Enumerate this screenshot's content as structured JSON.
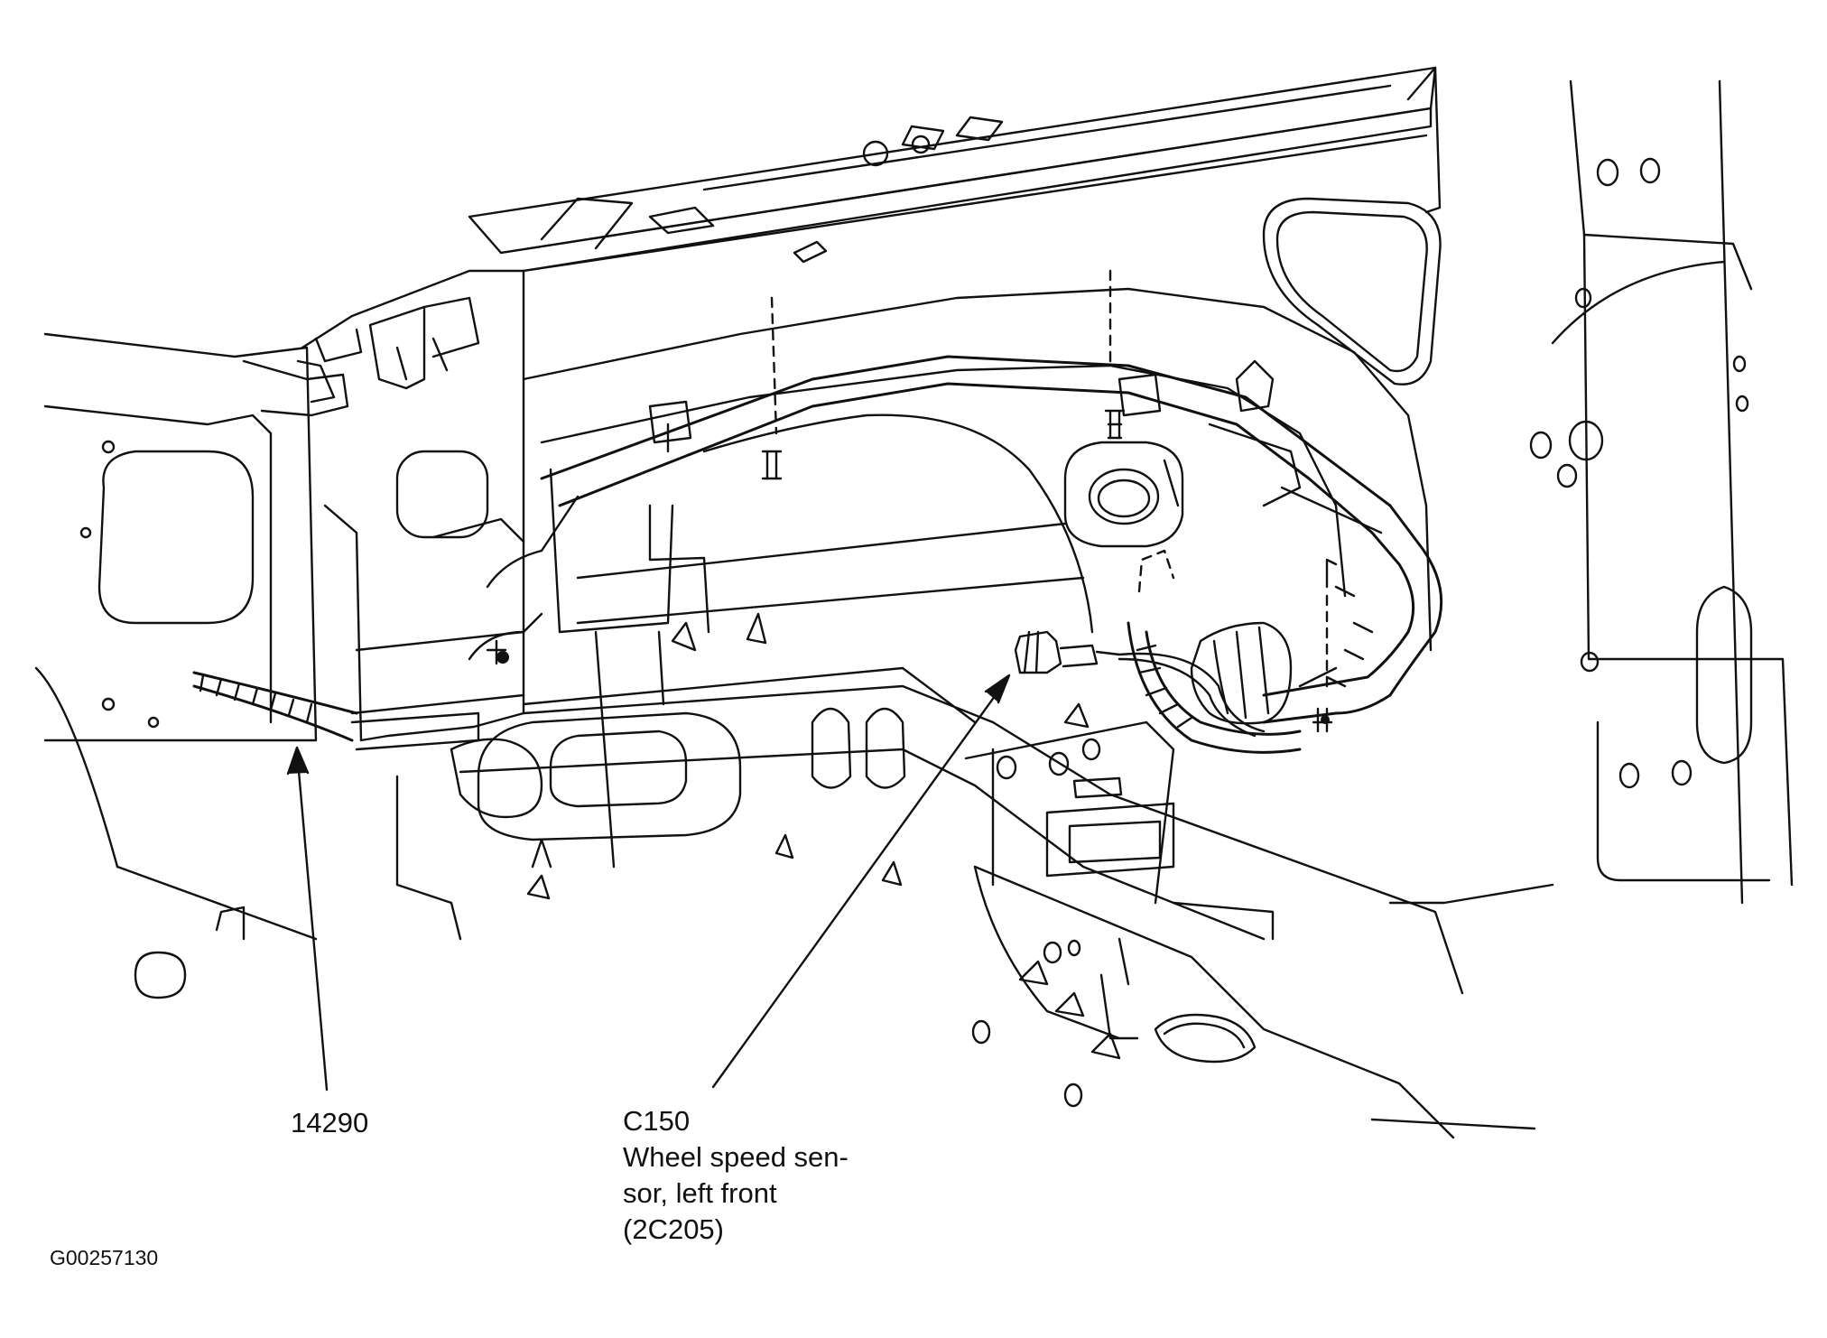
{
  "figure": {
    "id": "G00257130"
  },
  "callouts": {
    "harness": {
      "number": "14290"
    },
    "connector": {
      "code": "C150",
      "desc_line1": "Wheel speed sen-",
      "desc_line2": "sor, left front",
      "part_number": "(2C205)"
    }
  },
  "colors": {
    "line": "#111111",
    "background": "#ffffff"
  }
}
